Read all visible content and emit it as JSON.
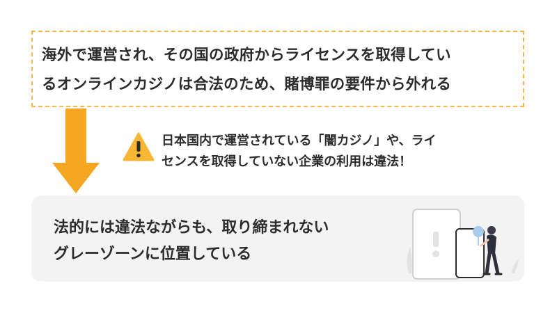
{
  "top_box": {
    "lines": [
      "海外で運営され、その国の政府からライセンスを取得してい",
      "るオンラインカジノは合法のため、賭博罪の要件から外れる"
    ]
  },
  "warning": {
    "icon": "warning-triangle-icon",
    "lines": [
      "日本国内で運営されている「闇カジノ」や、ライ",
      "センスを取得していない企業の利用は違法！"
    ]
  },
  "bottom_box": {
    "lines": [
      "法的には違法ながらも、取り締まれない",
      "グレーゾーンに位置している"
    ]
  },
  "colors": {
    "accent": "#f5a623",
    "dashed_border": "#f5b84a",
    "warning": "#f7b733",
    "panel_bg": "#f3f3f3",
    "text": "#2b2b2b"
  }
}
